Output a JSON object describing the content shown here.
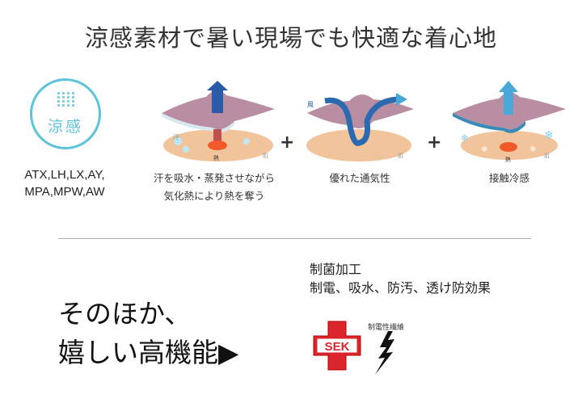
{
  "title": "涼感素材で暑い現場でも快適な着心地",
  "badge": {
    "label": "涼感"
  },
  "models": {
    "line1": "ATX,LH,LX,AY,",
    "line2": "MPA,MPW,AW"
  },
  "illustrations": [
    {
      "caption1": "汗を吸水・蒸発させながら",
      "caption2": "気化熱により熱を奪う",
      "sweat": "汗",
      "heat": "熱",
      "skin": "肌"
    },
    {
      "caption1": "優れた通気性",
      "wind": "風",
      "skin": "肌"
    },
    {
      "caption1": "接触冷感",
      "heat": "熱",
      "skin": "肌"
    }
  ],
  "plus": "+",
  "other": {
    "line1": "そのほか、",
    "line2": "嬉しい高機能▶"
  },
  "features": {
    "line1": "制菌加工",
    "line2": "制電、吸水、防汚、透け防効果"
  },
  "sek": {
    "label": "SEK"
  },
  "antistatic": {
    "label": "制電性繊維"
  },
  "colors": {
    "accent": "#5cc3dc",
    "fabric": "#b98ea3",
    "skin": "#f2c49b",
    "heat": "#f05a28",
    "sek_red": "#d9262c"
  }
}
